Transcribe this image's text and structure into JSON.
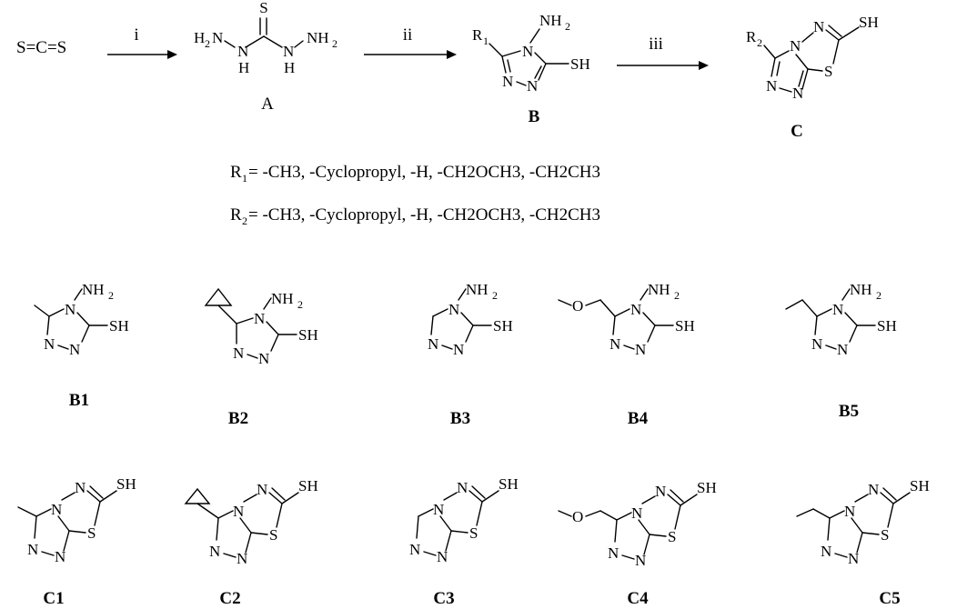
{
  "reagent": "S=C=S",
  "step_labels": [
    "i",
    "ii",
    "iii"
  ],
  "intermediates": {
    "A": "A",
    "B": "B",
    "C": "C"
  },
  "atoms": {
    "S": "S",
    "N": "N",
    "H": "H",
    "SH": "SH",
    "NH": "NH",
    "H2": "H",
    "sub2": "2",
    "R": "R",
    "sub1": "1",
    "O": "O"
  },
  "substituents": {
    "r1": {
      "label": "R",
      "index": "1",
      "text": " = -CH3, -Cyclopropyl, -H, -CH2OCH3, -CH2CH3"
    },
    "r2": {
      "label": "R",
      "index": "2",
      "text": " = -CH3, -Cyclopropyl, -H, -CH2OCH3, -CH2CH3"
    }
  },
  "compounds_b": [
    "B1",
    "B2",
    "B3",
    "B4",
    "B5"
  ],
  "compounds_c": [
    "C1",
    "C2",
    "C3",
    "C4",
    "C5"
  ]
}
